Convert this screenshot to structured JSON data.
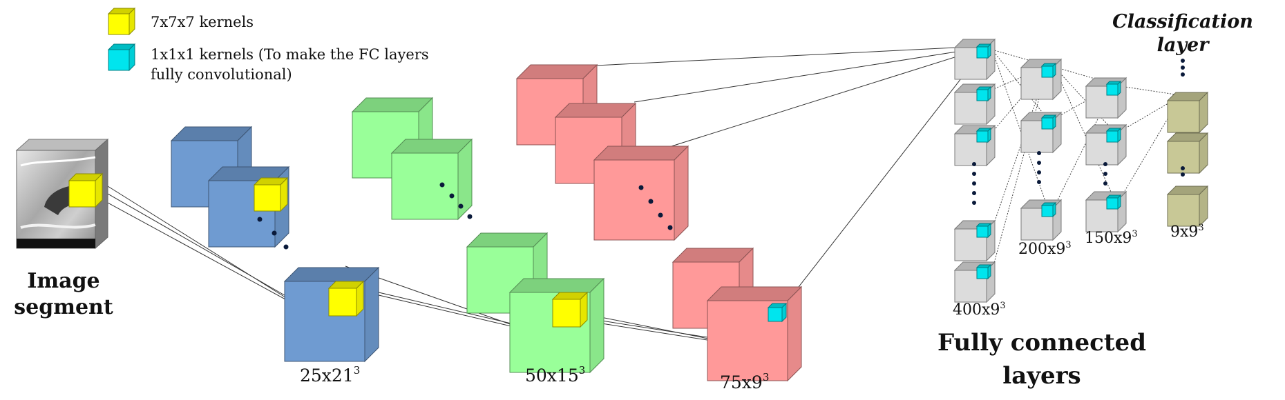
{
  "legend": {
    "yellow_label": "7x7x7 kernels",
    "cyan_label_line1": "1x1x1 kernels (To make the FC layers",
    "cyan_label_line2": "fully convolutional)"
  },
  "labels": {
    "image_segment_line1": "Image",
    "image_segment_line2": "segment",
    "blue_dim_base": "25x21",
    "green_dim_base": "50x15",
    "red_dim_base": "75x9",
    "fc400_base": "400x9",
    "fc200_base": "200x9",
    "fc150_base": "150x9",
    "cls_base": "9x9",
    "exponent": "3",
    "fc_title_line1": "Fully connected",
    "fc_title_line2": "layers",
    "cls_title_line1": "Classification",
    "cls_title_line2": "layer"
  },
  "colors": {
    "yellow": "#ffff00",
    "cyan": "#00e5ee",
    "blue": "#6f9bd1",
    "green": "#99ff99",
    "red": "#ff9999",
    "grey": "#dcdcdc",
    "olive": "#c8c896"
  }
}
